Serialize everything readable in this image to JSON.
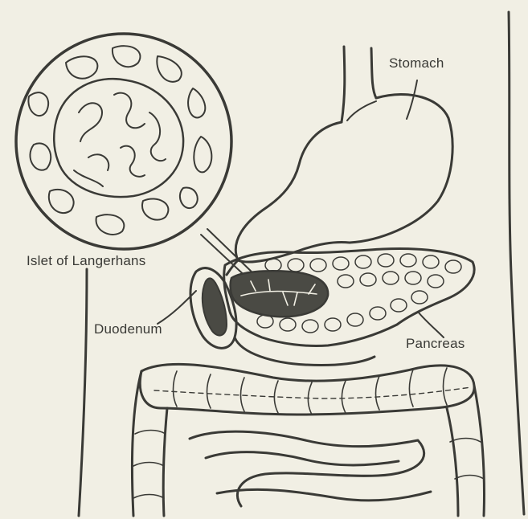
{
  "diagram": {
    "labels": {
      "stomach": "Stomach",
      "islet": "Islet of Langerhans",
      "duodenum": "Duodenum",
      "pancreas": "Pancreas"
    },
    "colors": {
      "paper": "#f1efe4",
      "ink": "#3a3a36",
      "dark_fill": "#4a4a44"
    }
  }
}
